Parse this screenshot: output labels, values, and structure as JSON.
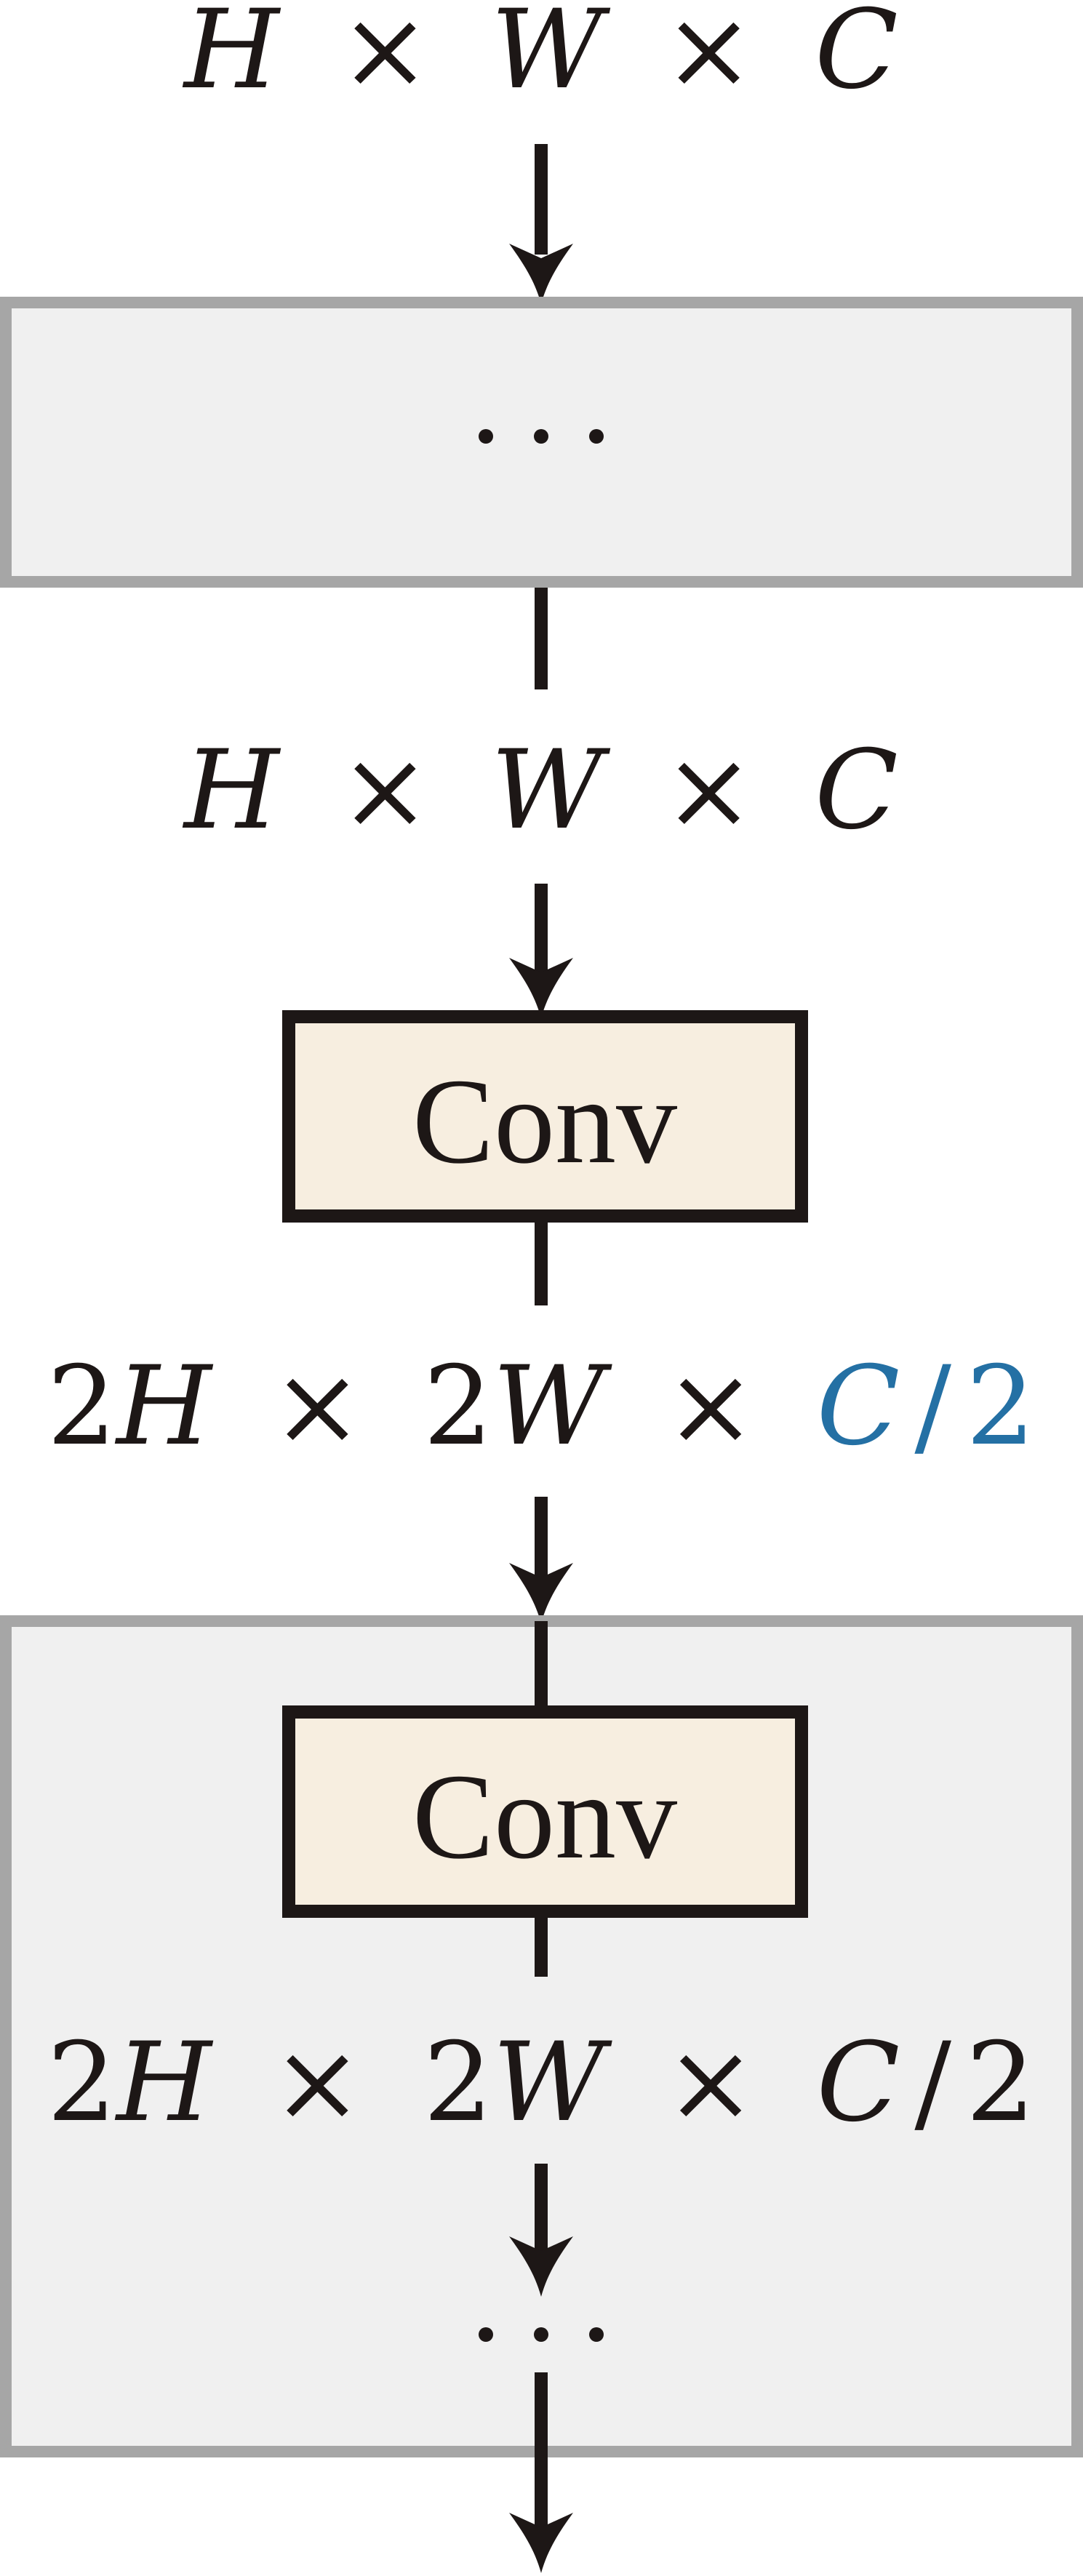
{
  "diagram": {
    "labels": {
      "input_shape": {
        "h": "H",
        "times1": "×",
        "w": "W",
        "times2": "×",
        "c": "C"
      },
      "mid_shape": {
        "h": "H",
        "times1": "×",
        "w": "W",
        "times2": "×",
        "c": "C"
      },
      "upsampled_shape_highlight": {
        "two_h": "2",
        "h": "H",
        "times1": "×",
        "two_w": "2",
        "w": "W",
        "times2": "×",
        "c": "C",
        "slash": "/",
        "two_c": "2"
      },
      "upsampled_shape": {
        "two_h": "2",
        "h": "H",
        "times1": "×",
        "two_w": "2",
        "w": "W",
        "times2": "×",
        "c": "C",
        "slash": "/",
        "two_c": "2"
      }
    },
    "conv_label_1": "Conv",
    "conv_label_2": "Conv",
    "colors": {
      "ink": "#1d1716",
      "gray_border": "#a6a6a6",
      "gray_fill": "#f0f0f0",
      "conv_fill": "#f7eee0",
      "highlight": "#2470a4"
    }
  }
}
